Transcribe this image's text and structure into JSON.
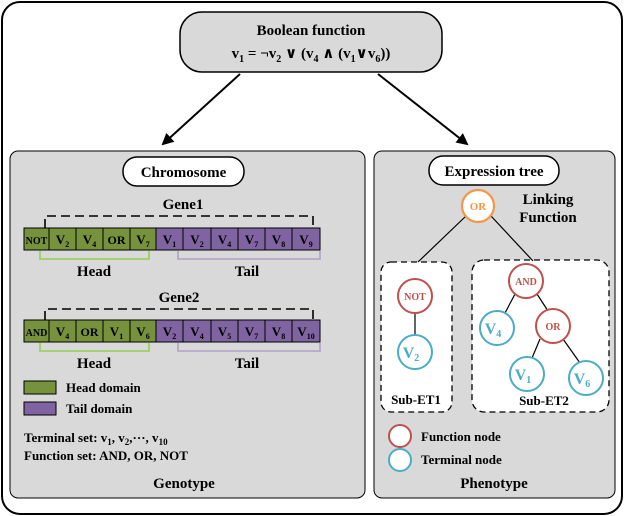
{
  "boolean_function": {
    "title": "Boolean function",
    "expr_v1": "v",
    "expr_v1_sub": "1",
    "expr_eq": " = ¬v",
    "expr_v2_sub": "2",
    "expr_or": " ∨ (v",
    "expr_v4_sub": "4",
    "expr_and": " ∧ (v",
    "expr_v1b_sub": "1",
    "expr_or2": "∨v",
    "expr_v6_sub": "6",
    "expr_close": "))"
  },
  "chromosome": {
    "title": "Chromosome",
    "gene1": {
      "label": "Gene1",
      "head": [
        "NOT",
        "V2",
        "V4",
        "OR",
        "V7"
      ],
      "tail": [
        "V1",
        "V2",
        "V4",
        "V7",
        "V8",
        "V9"
      ]
    },
    "gene2": {
      "label": "Gene2",
      "head": [
        "AND",
        "V4",
        "OR",
        "V1",
        "V6"
      ],
      "tail": [
        "V2",
        "V4",
        "V5",
        "V7",
        "V8",
        "V10"
      ]
    },
    "head_label": "Head",
    "tail_label": "Tail",
    "legend": {
      "head_domain": "Head domain",
      "tail_domain": "Tail domain"
    },
    "terminal_set": "Terminal set: v",
    "terminal_rest": ", v",
    "terminal_dots": ",···, v",
    "terminal_sub1": "1",
    "terminal_sub2": "2",
    "terminal_sub10": "10",
    "function_set": "Function set: AND, OR, NOT",
    "footer": "Genotype"
  },
  "expression_tree": {
    "title": "Expression tree",
    "root": "OR",
    "linking": "Linking",
    "function": "Function",
    "sub1": {
      "label": "Sub-ET1",
      "nodes": [
        "NOT",
        "V2"
      ]
    },
    "sub2": {
      "label": "Sub-ET2",
      "nodes": [
        "AND",
        "V4",
        "OR",
        "V1",
        "V6"
      ]
    },
    "legend": {
      "function_node": "Function node",
      "terminal_node": "Terminal node"
    },
    "footer": "Phenotype"
  },
  "colors": {
    "head_green": "#76923c",
    "tail_purple": "#8064a2",
    "panel_gray": "#d9d9d9",
    "function_red": "#c0504d",
    "terminal_cyan": "#4bacc6",
    "root_orange": "#f79646"
  }
}
